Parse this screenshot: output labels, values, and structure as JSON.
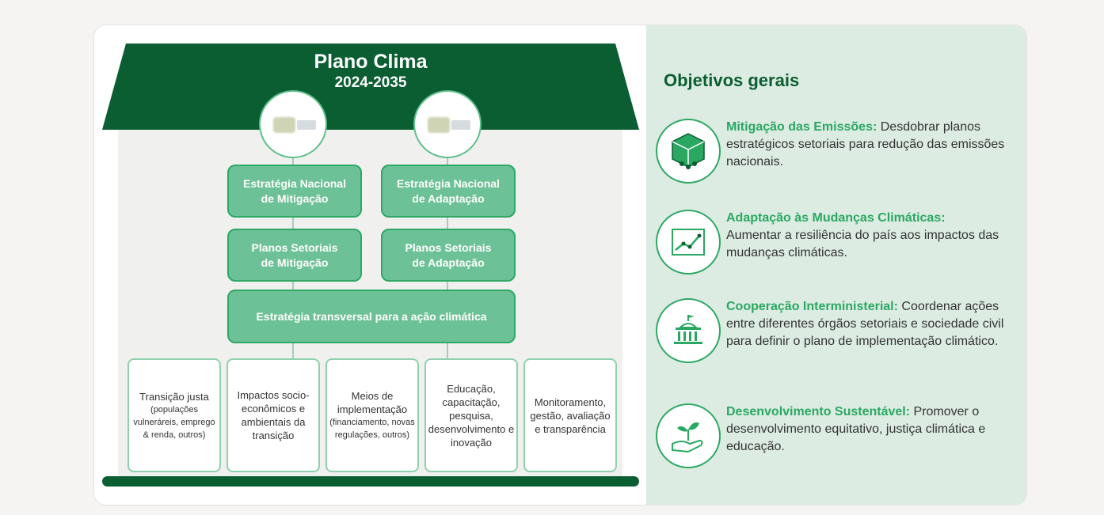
{
  "plan": {
    "title": "Plano Clima",
    "period": "2024-2035"
  },
  "logos": [
    {
      "name": "logo-mitigacao",
      "icon": "plano-clima-logo"
    },
    {
      "name": "logo-adaptacao",
      "icon": "plano-clima-logo"
    }
  ],
  "strategies": {
    "mitigation": "Estratégia Nacional de Mitigação",
    "adaptation": "Estratégia Nacional de Adaptação",
    "mitigation_plans": "Planos Setoriais de Mitigação",
    "adaptation_plans": "Planos Setoriais de Adaptação",
    "transversal": "Estratégia transversal para a ação climática"
  },
  "pillars": [
    {
      "main": "Transição justa",
      "detail": "(populações vulneráreis, emprego & renda, outros)"
    },
    {
      "main": "Impactos socio-econômicos e ambientais da transição",
      "detail": ""
    },
    {
      "main": "Meios de implementação",
      "detail": "(financiamento, novas regulações, outros)"
    },
    {
      "main": "Educação, capacitação, pesquisa, desenvolvimento e inovação",
      "detail": ""
    },
    {
      "main": "Monitoramento, gestão, avaliação e transparência",
      "detail": ""
    }
  ],
  "objectives": {
    "title": "Objetivos gerais",
    "items": [
      {
        "heading": "Mitigação das Emissões:",
        "text": " Desdobrar planos estratégicos setoriais para redução das emissões nacionais.",
        "icon": "emissions-cube-icon"
      },
      {
        "heading": "Adaptação às Mudanças Climáticas:",
        "text": " Aumentar a resiliência do país aos impactos das mudanças climáticas.",
        "icon": "growth-chart-icon"
      },
      {
        "heading": "Cooperação Interministerial:",
        "text": " Coordenar ações entre diferentes órgãos setoriais e sociedade civil para definir o plano de implementação climático.",
        "icon": "government-building-icon"
      },
      {
        "heading": "Desenvolvimento Sustentável:",
        "text": " Promover o desenvolvimento equitativo, justiça climática e educação.",
        "icon": "hand-sprout-icon"
      }
    ]
  },
  "colors": {
    "dark_green": "#0a5e32",
    "box_green": "#6dc196",
    "accent_green": "#2aa862",
    "panel_bg": "#dcece2"
  }
}
